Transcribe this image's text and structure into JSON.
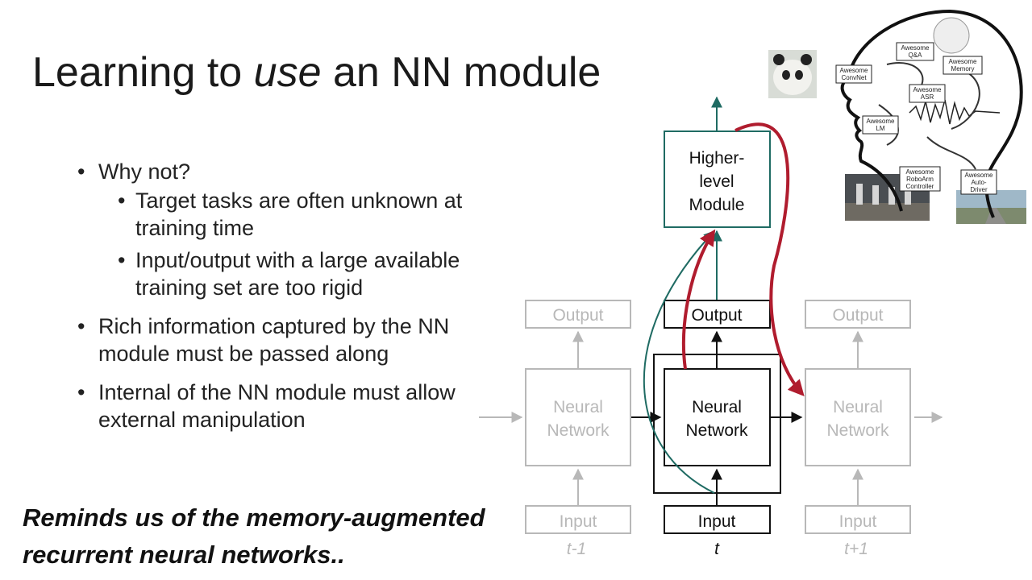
{
  "slide": {
    "title_part1": "Learning to ",
    "title_emph": "use",
    "title_part2": " an NN module"
  },
  "bullets": {
    "b1": "Why not?",
    "b1_sub1": "Target tasks are often unknown at training time",
    "b1_sub2": "Input/output with a large available training set are too rigid",
    "b2": "Rich information captured by the NN module must be passed along",
    "b3": "Internal of the NN module must allow external manipulation"
  },
  "takeaway": {
    "line1": "Reminds us of the memory-augmented",
    "line2": "recurrent neural networks.."
  },
  "diagram": {
    "higher_module": {
      "line1": "Higher-",
      "line2": "level",
      "line3": "Module"
    },
    "output_label": "Output",
    "input_label": "Input",
    "network_line1": "Neural",
    "network_line2": "Network",
    "time_prev": "t-1",
    "time_curr": "t",
    "time_next": "t+1",
    "colors": {
      "teal": "#1f6b63",
      "crimson": "#b01c2e",
      "faded": "#b8b8b8",
      "dark": "#111111"
    }
  },
  "brain_figure": {
    "labels": {
      "qa": [
        "Awesome",
        "Q&A"
      ],
      "memory": [
        "Awesome",
        "Memory"
      ],
      "convnet": [
        "Awesome",
        "ConvNet"
      ],
      "asr": [
        "Awesome",
        "ASR"
      ],
      "lm": [
        "Awesome",
        "LM"
      ],
      "roboarm": [
        "Awesome",
        "RoboArm",
        "Controller"
      ],
      "autodriver": [
        "Awesome",
        "Auto-",
        "Driver"
      ]
    }
  }
}
